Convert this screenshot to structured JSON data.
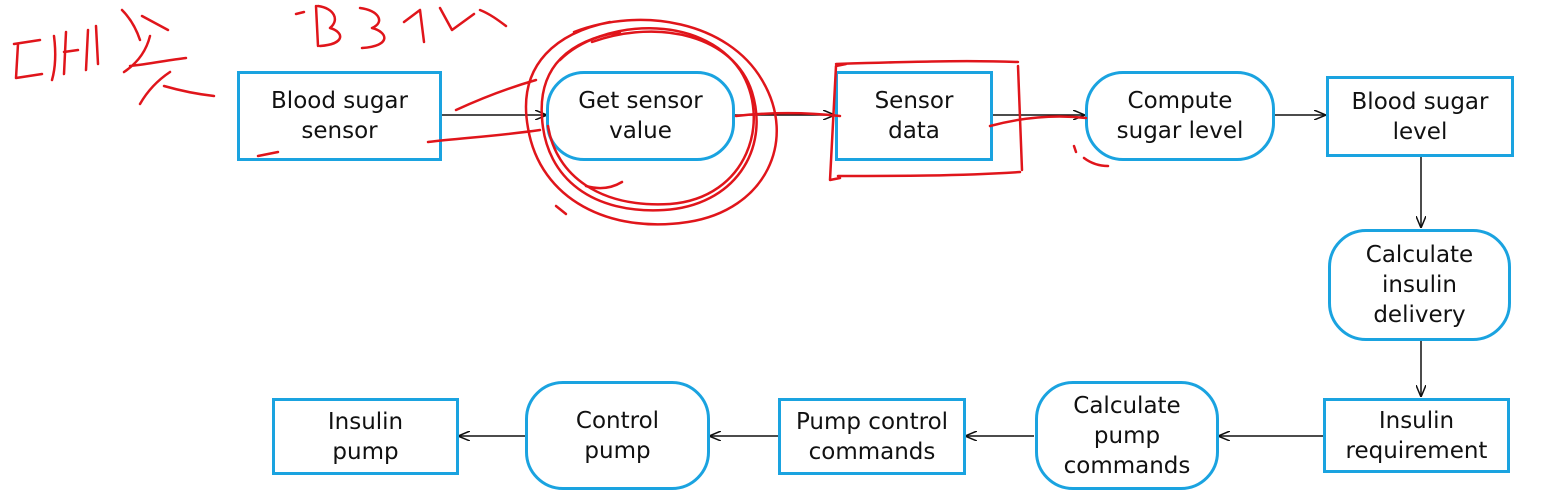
{
  "colors": {
    "node_border": "#1aa3e0",
    "arrow": "#111111",
    "annotation": "#e0151b"
  },
  "nodes": {
    "blood_sugar_sensor": "Blood sugar\nsensor",
    "get_sensor_value": "Get sensor\nvalue",
    "sensor_data": "Sensor\ndata",
    "compute_sugar_level": "Compute\nsugar level",
    "blood_sugar_level": "Blood sugar\nlevel",
    "calculate_insulin_delivery": "Calculate\ninsulin\ndelivery",
    "insulin_requirement": "Insulin\nrequirement",
    "calculate_pump_commands": "Calculate\npump\ncommands",
    "pump_control_commands": "Pump control\ncommands",
    "control_pump": "Control\npump",
    "insulin_pump": "Insulin\npump"
  }
}
